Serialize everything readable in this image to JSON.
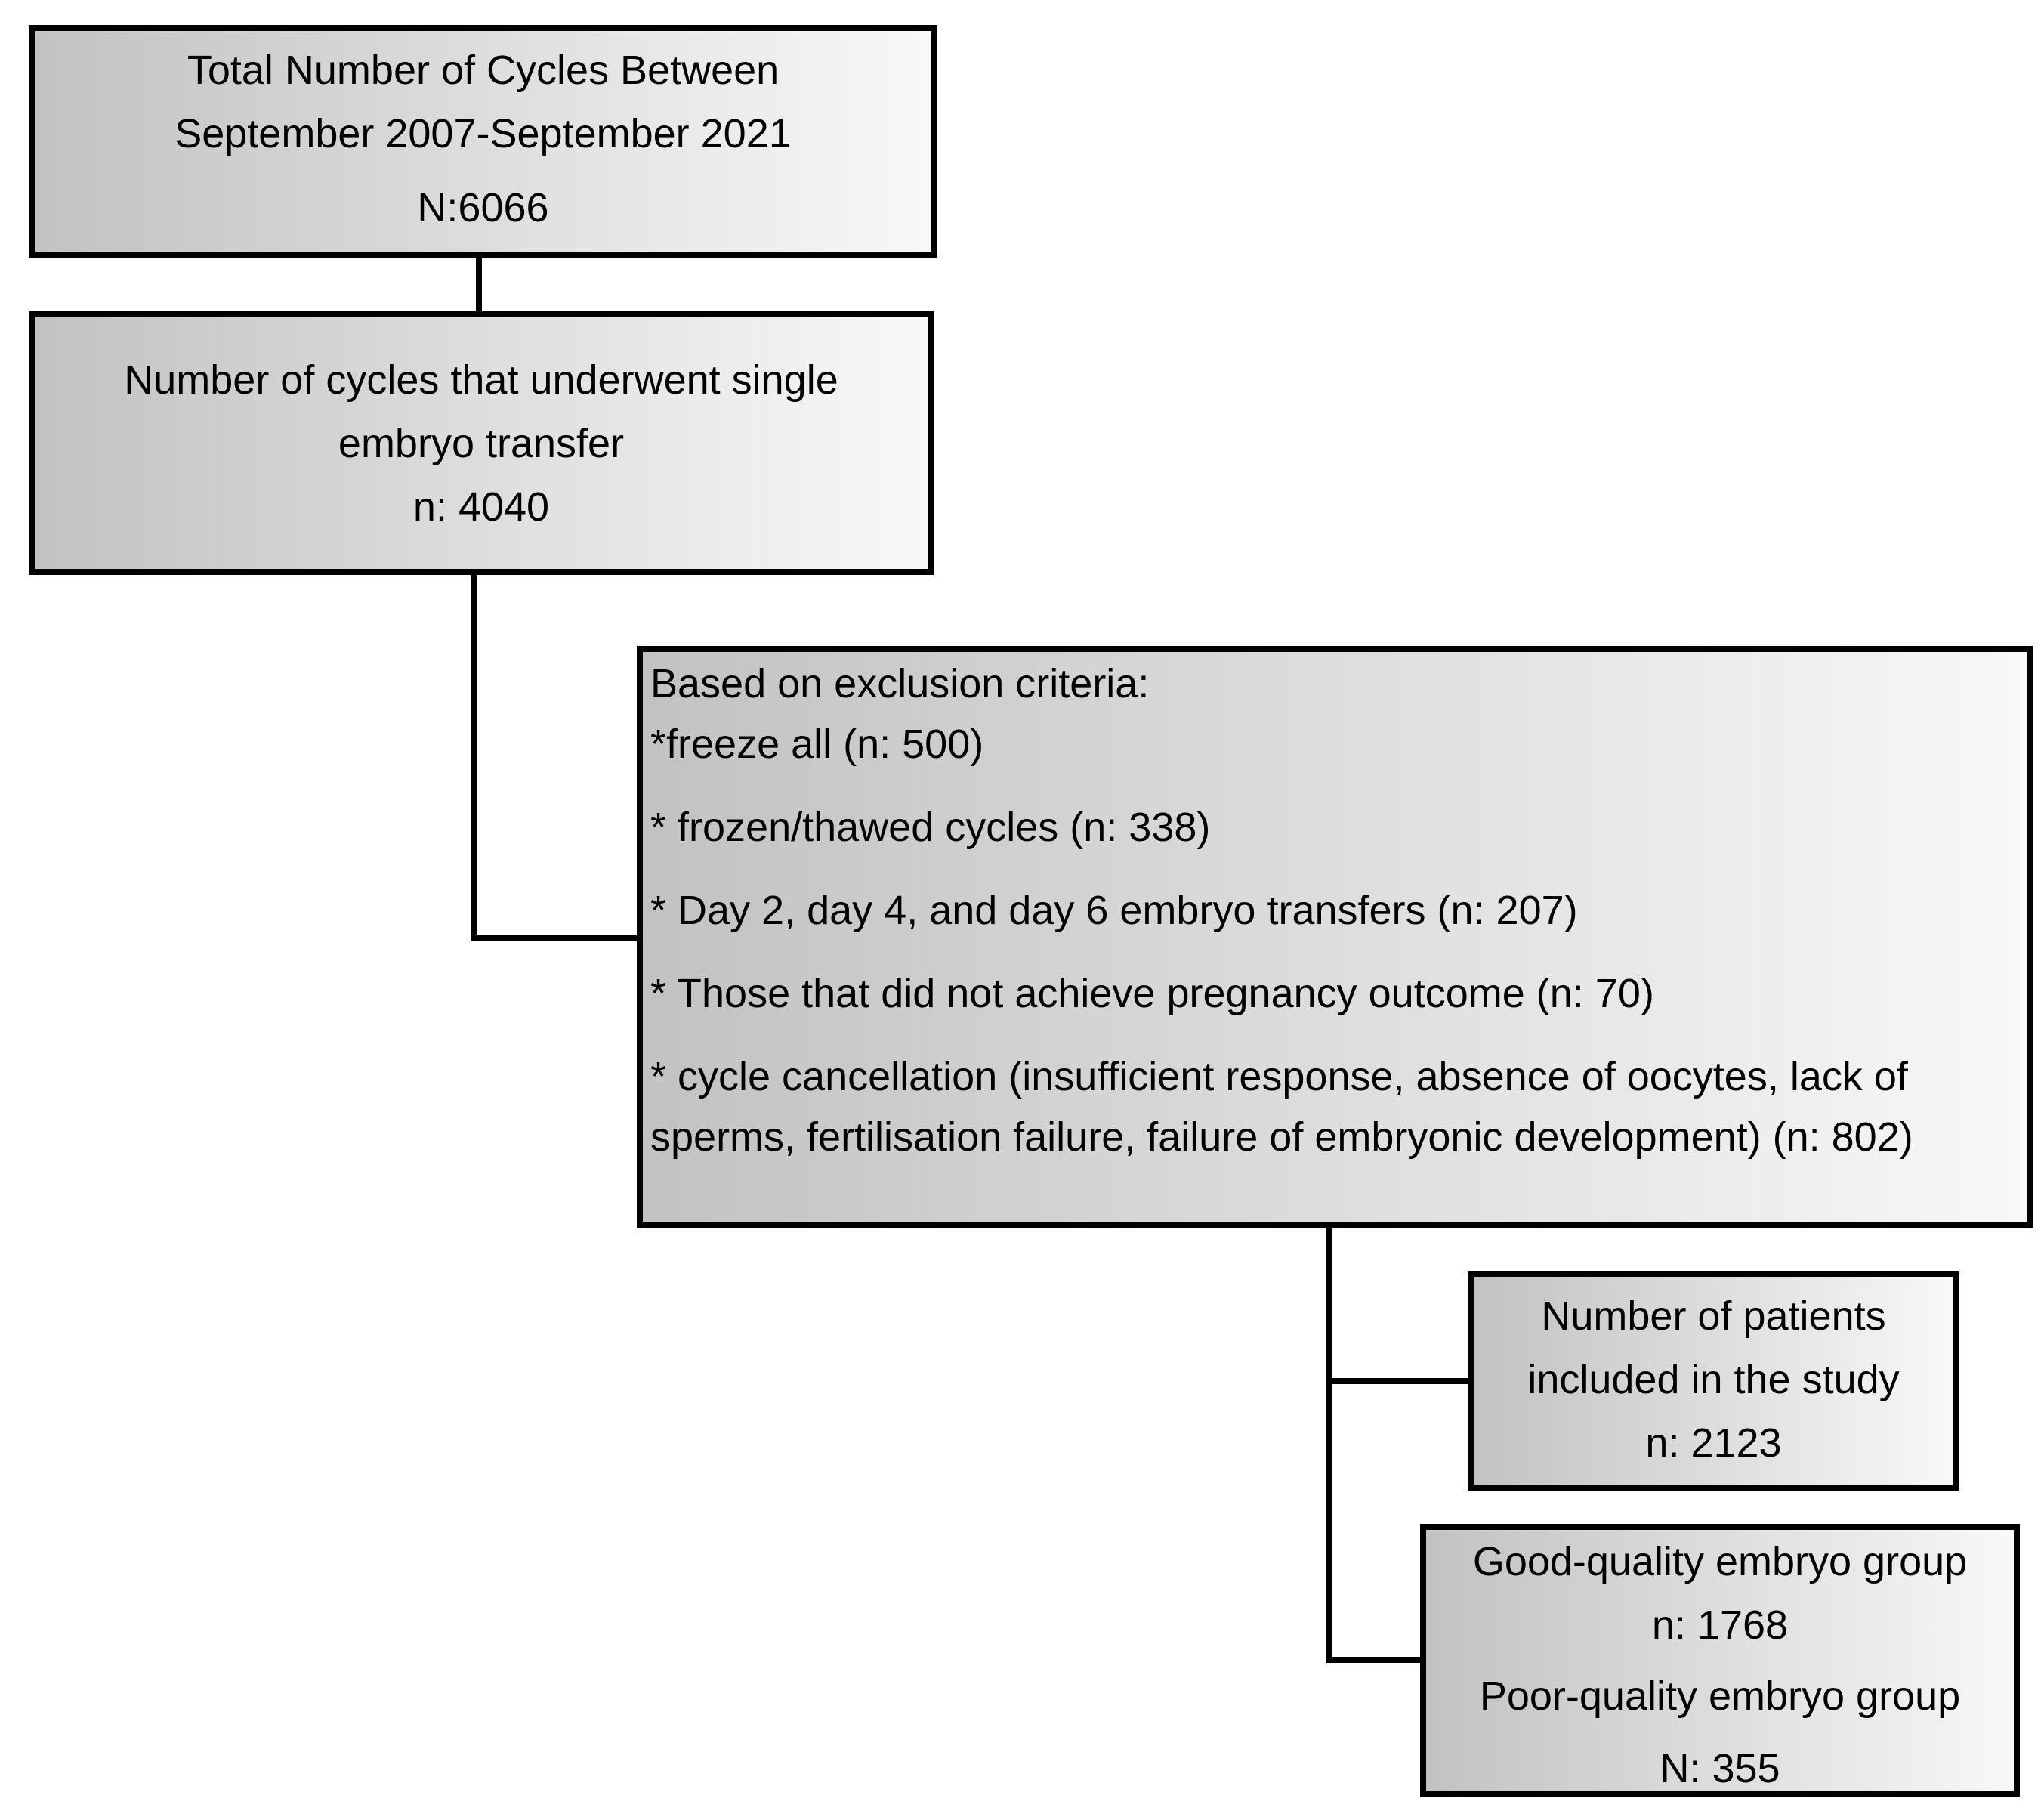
{
  "colors": {
    "background": "#ffffff",
    "border": "#000000",
    "text": "#000000",
    "box_fill_left": "#c2c2c2",
    "box_fill_right": "#f8f8f8"
  },
  "boxes": {
    "total_cycles": {
      "line1": "Total Number of Cycles Between",
      "line2": "September 2007-September 2021",
      "count": "N:6066"
    },
    "single_embryo_transfer": {
      "line1": "Number of cycles that underwent single",
      "line2": "embryo transfer",
      "count": "n: 4040"
    },
    "exclusion_criteria": {
      "header": "Based on exclusion criteria:",
      "items": [
        "*freeze all (n: 500)",
        "* frozen/thawed cycles (n: 338)",
        "* Day 2, day 4, and day 6 embryo transfers (n: 207)",
        "* Those that did not achieve pregnancy outcome (n: 70)",
        "* cycle cancellation (insufficient response, absence of oocytes, lack of sperms, fertilisation failure, failure of embryonic development) (n: 802)"
      ]
    },
    "included_patients": {
      "line1": "Number of patients",
      "line2": "included in the study",
      "count": "n: 2123"
    },
    "embryo_groups": {
      "good_label": "Good-quality embryo group",
      "good_count": "n: 1768",
      "poor_label": "Poor-quality embryo group",
      "poor_count": "N: 355"
    }
  }
}
